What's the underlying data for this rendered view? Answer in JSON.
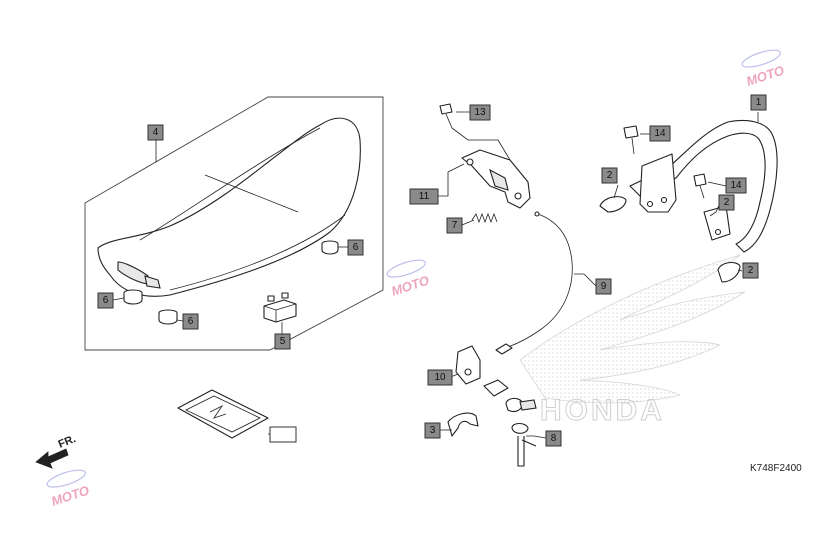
{
  "diagram": {
    "reference_code": "K748F2400",
    "direction_label": "FR.",
    "watermark_text": "MOTO",
    "brand_watermark": "HONDA",
    "callouts": [
      {
        "id": "c1",
        "label": "1"
      },
      {
        "id": "c2a",
        "label": "2"
      },
      {
        "id": "c2b",
        "label": "2"
      },
      {
        "id": "c2c",
        "label": "2"
      },
      {
        "id": "c3",
        "label": "3"
      },
      {
        "id": "c4",
        "label": "4"
      },
      {
        "id": "c5",
        "label": "5"
      },
      {
        "id": "c6a",
        "label": "6"
      },
      {
        "id": "c6b",
        "label": "6"
      },
      {
        "id": "c6c",
        "label": "6"
      },
      {
        "id": "c7",
        "label": "7"
      },
      {
        "id": "c8",
        "label": "8"
      },
      {
        "id": "c9",
        "label": "9"
      },
      {
        "id": "c10",
        "label": "10"
      },
      {
        "id": "c11",
        "label": "11"
      },
      {
        "id": "c13",
        "label": "13"
      },
      {
        "id": "c14a",
        "label": "14"
      },
      {
        "id": "c14b",
        "label": "14"
      },
      {
        "id": "cblank",
        "label": ""
      }
    ]
  }
}
